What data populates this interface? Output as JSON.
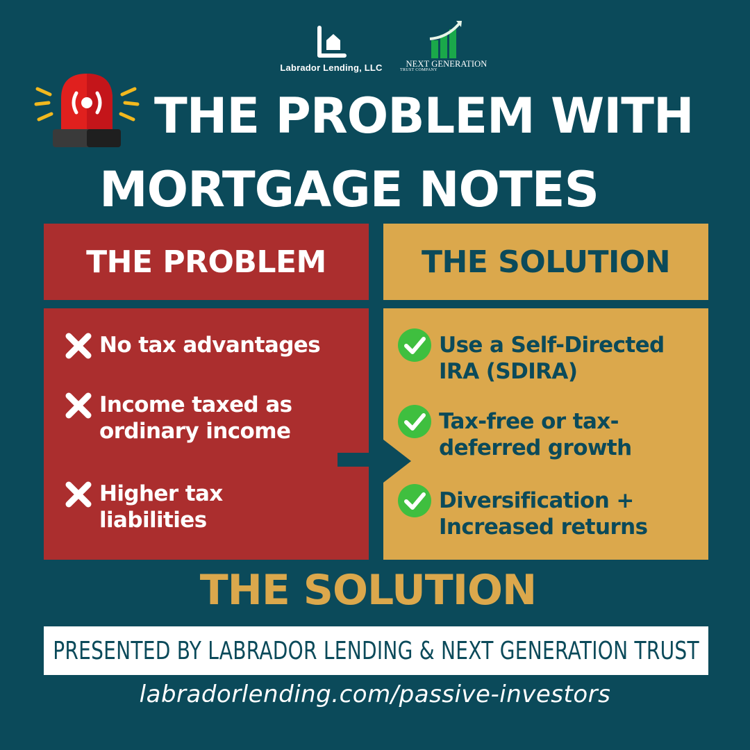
{
  "logos": {
    "labrador": {
      "name": "Labrador Lending, LLC",
      "icon": "house-bracket-icon"
    },
    "ngt": {
      "name": "NEXT GENERATION",
      "sub": "TRUST COMPANY",
      "icon": "bar-chart-arrow-icon"
    }
  },
  "alarm_icon": "siren-alarm-icon",
  "title": {
    "line1": "THE PROBLEM WITH",
    "line2": "MORTGAGE NOTES"
  },
  "problem": {
    "header": "THE PROBLEM",
    "items": [
      {
        "text_lines": [
          "No tax advantages"
        ],
        "icon": "x-mark-icon"
      },
      {
        "text_lines": [
          "Income taxed as",
          "ordinary income"
        ],
        "icon": "x-mark-icon"
      },
      {
        "text_lines": [
          "Higher tax",
          "liabilities"
        ],
        "icon": "x-mark-icon"
      }
    ]
  },
  "solution": {
    "header": "THE SOLUTION",
    "items": [
      {
        "text_lines": [
          "Use a Self-Directed",
          "IRA (SDIRA)"
        ],
        "icon": "green-check-icon"
      },
      {
        "text_lines": [
          "Tax-free or tax-",
          "deferred growth"
        ],
        "icon": "green-check-icon"
      },
      {
        "text_lines": [
          "Diversification +",
          "Increased returns"
        ],
        "icon": "green-check-icon"
      }
    ]
  },
  "bottom_title": "THE SOLUTION",
  "banner": "PRESENTED BY LABRADOR LENDING & NEXT GENERATION TRUST",
  "url": "labradorlending.com/passive-investors",
  "colors": {
    "background": "#0b4a5a",
    "problem": "#ab2e2e",
    "solution": "#dba84c",
    "check": "#3fbf3f",
    "white": "#ffffff"
  }
}
